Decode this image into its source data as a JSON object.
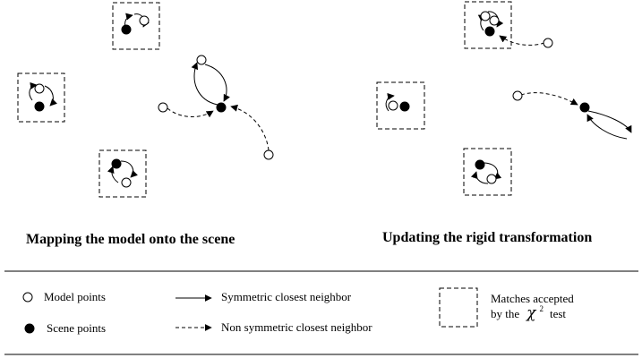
{
  "panels": {
    "left_caption": "Mapping the model onto the scene",
    "right_caption": "Updating the rigid transformation"
  },
  "legend": {
    "model_points": "Model points",
    "scene_points": "Scene points",
    "symmetric": "Symmetric closest neighbor",
    "non_symmetric": "Non symmetric closest neighbor",
    "matches_line1": "Matches accepted",
    "matches_line2_prefix": "by the",
    "chi_symbol": "χ",
    "chi_superscript": "2",
    "matches_line2_suffix": "test"
  },
  "colors": {
    "stroke": "#000000",
    "background": "#ffffff"
  },
  "icons": {
    "model_point": "hollow-circle-icon",
    "scene_point": "filled-circle-icon",
    "symmetric_arrow": "solid-arrow-icon",
    "non_symmetric_arrow": "dashed-arrow-icon",
    "match_box": "dashed-box-icon"
  }
}
